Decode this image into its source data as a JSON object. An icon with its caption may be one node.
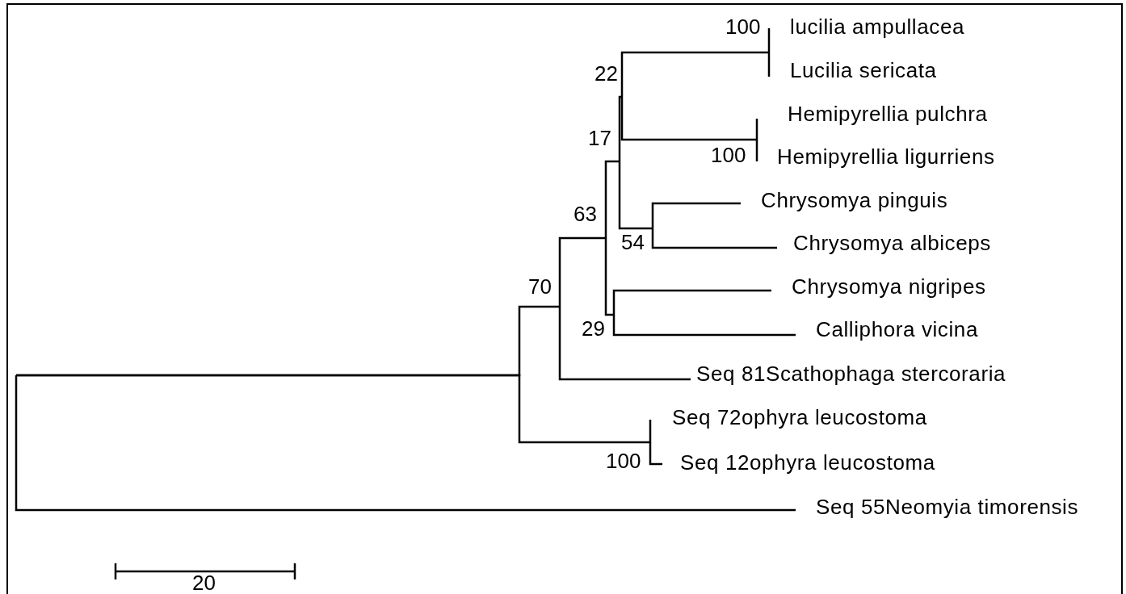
{
  "diagram": {
    "nodes": [
      {
        "text": [
          "100"
        ]
      },
      {
        "text": [
          "lucilia ampullacea"
        ]
      },
      {
        "text": [
          "22"
        ]
      },
      {
        "text": [
          "Lucilia sericata"
        ]
      },
      {
        "text": [
          "Hemipyrellia pulchra"
        ]
      },
      {
        "text": [
          "17"
        ]
      },
      {
        "text": [
          "100"
        ]
      },
      {
        "text": [
          "Hemipyrellia ligurriens"
        ]
      },
      {
        "text": [
          "Chrysomya pinguis"
        ]
      },
      {
        "text": [
          "63"
        ]
      },
      {
        "text": [
          "54"
        ]
      },
      {
        "text": [
          "Chrysomya albiceps"
        ]
      },
      {
        "text": [
          "70"
        ]
      },
      {
        "text": [
          "Chrysomya nigripes"
        ]
      },
      {
        "text": [
          "29"
        ]
      },
      {
        "text": [
          "Calliphora vicina"
        ]
      },
      {
        "text": [
          "Seq 81Scathophaga stercoraria"
        ]
      },
      {
        "text": [
          "Seq 72ophyra leucostoma"
        ]
      },
      {
        "text": [
          "100"
        ]
      },
      {
        "text": [
          "Seq 12ophyra leucostoma"
        ]
      },
      {
        "text": [
          "Seq 55Neomyia timorensis"
        ]
      }
    ],
    "edges": [
      {
        "from": null,
        "to": 12,
        "arrow": "none"
      },
      {
        "from": null,
        "to": 18,
        "arrow": "none"
      },
      {
        "from": null,
        "to": 20,
        "arrow": "none"
      },
      {
        "from": 12,
        "to": 9,
        "arrow": "none"
      },
      {
        "from": 12,
        "to": 16,
        "arrow": "none"
      },
      {
        "from": 9,
        "to": 5,
        "arrow": "none"
      },
      {
        "from": 9,
        "to": 14,
        "arrow": "none"
      },
      {
        "from": 5,
        "to": 2,
        "arrow": "none"
      },
      {
        "from": 5,
        "to": 10,
        "arrow": "none"
      },
      {
        "from": 2,
        "to": 0,
        "arrow": "none"
      },
      {
        "from": 2,
        "to": 6,
        "arrow": "none"
      },
      {
        "from": 0,
        "to": 1,
        "arrow": "none"
      },
      {
        "from": 0,
        "to": 3,
        "arrow": "none"
      },
      {
        "from": 6,
        "to": 4,
        "arrow": "none"
      },
      {
        "from": 6,
        "to": 7,
        "arrow": "none"
      },
      {
        "from": 10,
        "to": 8,
        "arrow": "none"
      },
      {
        "from": 10,
        "to": 11,
        "arrow": "none"
      },
      {
        "from": 14,
        "to": 13,
        "arrow": "none"
      },
      {
        "from": 14,
        "to": 15,
        "arrow": "none"
      },
      {
        "from": 18,
        "to": 17,
        "arrow": "none"
      },
      {
        "from": 18,
        "to": 19,
        "arrow": "none"
      }
    ],
    "labels": [
      "20"
    ]
  }
}
